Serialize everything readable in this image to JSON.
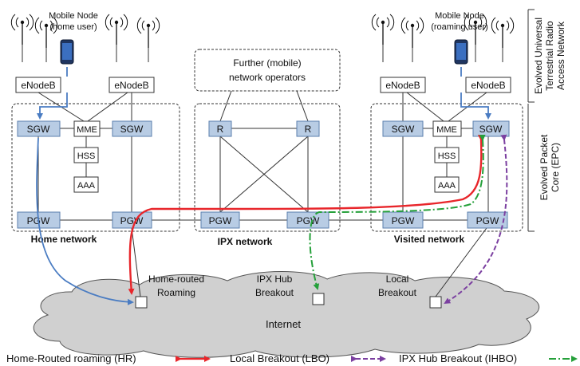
{
  "nodes": {
    "enodeb": "eNodeB",
    "sgw": "SGW",
    "pgw": "PGW",
    "mme": "MME",
    "hss": "HSS",
    "aaa": "AAA",
    "router": "R"
  },
  "labels": {
    "mobile_home_l1": "Mobile Node",
    "mobile_home_l2": "(home user)",
    "mobile_roam_l1": "Mobile Node",
    "mobile_roam_l2": "(roaming user)",
    "further_l1": "Further (mobile)",
    "further_l2": "network operators",
    "home_network": "Home network",
    "ipx_network": "IPX network",
    "visited_network": "Visited network",
    "home_routed_l1": "Home-routed",
    "home_routed_l2": "Roaming",
    "ipx_hub_l1": "IPX  Hub",
    "ipx_hub_l2": "Breakout",
    "local_l1": "Local",
    "local_l2": "Breakout",
    "internet": "Internet",
    "eutran_l1": "Evolved Universal",
    "eutran_l2": "Terrestrial Radio",
    "eutran_l3": "Access Network",
    "epc_l1": "Evolved Packet",
    "epc_l2": "Core (EPC)"
  },
  "legend": {
    "hr": "Home-Routed roaming (HR)",
    "lbo": "Local Breakout (LBO)",
    "ihbo": "IPX Hub Breakout (IHBO)"
  },
  "colors": {
    "hr": "#e8262b",
    "lbo": "#7b3fa0",
    "ihbo": "#25a03a",
    "access": "#4a7cc2",
    "node_fill": "#b8cce4",
    "internet_fill": "#d0d0d0"
  },
  "icons": [
    "antenna-icon",
    "smartphone-icon",
    "cloud-icon"
  ]
}
